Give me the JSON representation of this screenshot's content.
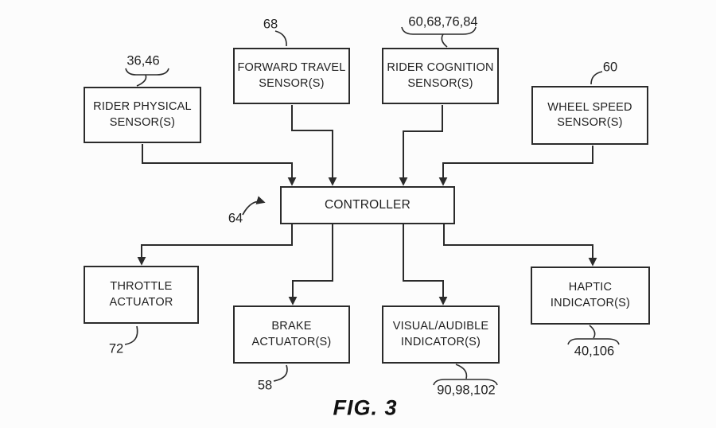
{
  "figure": {
    "caption": "FIG. 3"
  },
  "colors": {
    "background": "#fcfcfc",
    "line": "#2b2b2b",
    "box_border": "#2b2b2b",
    "text": "#1f1f1f"
  },
  "boxes": {
    "rider_physical": {
      "label": "RIDER PHYSICAL\nSENSOR(S)",
      "ref": "36,46"
    },
    "forward_travel": {
      "label": "FORWARD TRAVEL\nSENSOR(S)",
      "ref": "68"
    },
    "rider_cognition": {
      "label": "RIDER COGNITION\nSENSOR(S)",
      "ref": "60,68,76,84"
    },
    "wheel_speed": {
      "label": "WHEEL SPEED\nSENSOR(S)",
      "ref": "60"
    },
    "controller": {
      "label": "CONTROLLER",
      "ref": "64"
    },
    "throttle": {
      "label": "THROTTLE\nACTUATOR",
      "ref": "72"
    },
    "brake": {
      "label": "BRAKE\nACTUATOR(S)",
      "ref": "58"
    },
    "visual_audible": {
      "label": "VISUAL/AUDIBLE\nINDICATOR(S)",
      "ref": "90,98,102"
    },
    "haptic": {
      "label": "HAPTIC\nINDICATOR(S)",
      "ref": "40,106"
    }
  },
  "connections": [
    {
      "from": "rider_physical",
      "to": "controller"
    },
    {
      "from": "forward_travel",
      "to": "controller"
    },
    {
      "from": "rider_cognition",
      "to": "controller"
    },
    {
      "from": "wheel_speed",
      "to": "controller"
    },
    {
      "from": "controller",
      "to": "throttle"
    },
    {
      "from": "controller",
      "to": "brake"
    },
    {
      "from": "controller",
      "to": "visual_audible"
    },
    {
      "from": "controller",
      "to": "haptic"
    }
  ]
}
